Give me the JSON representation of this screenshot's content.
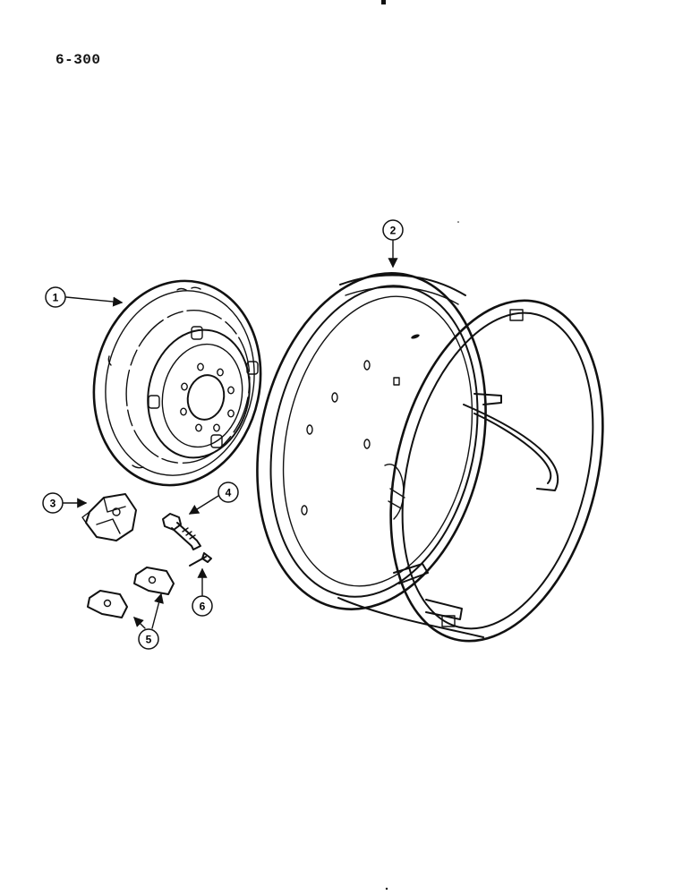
{
  "page_number": "6-300",
  "callouts": {
    "c1": "1",
    "c2": "2",
    "c3": "3",
    "c4": "4",
    "c5": "5",
    "c6": "6"
  }
}
